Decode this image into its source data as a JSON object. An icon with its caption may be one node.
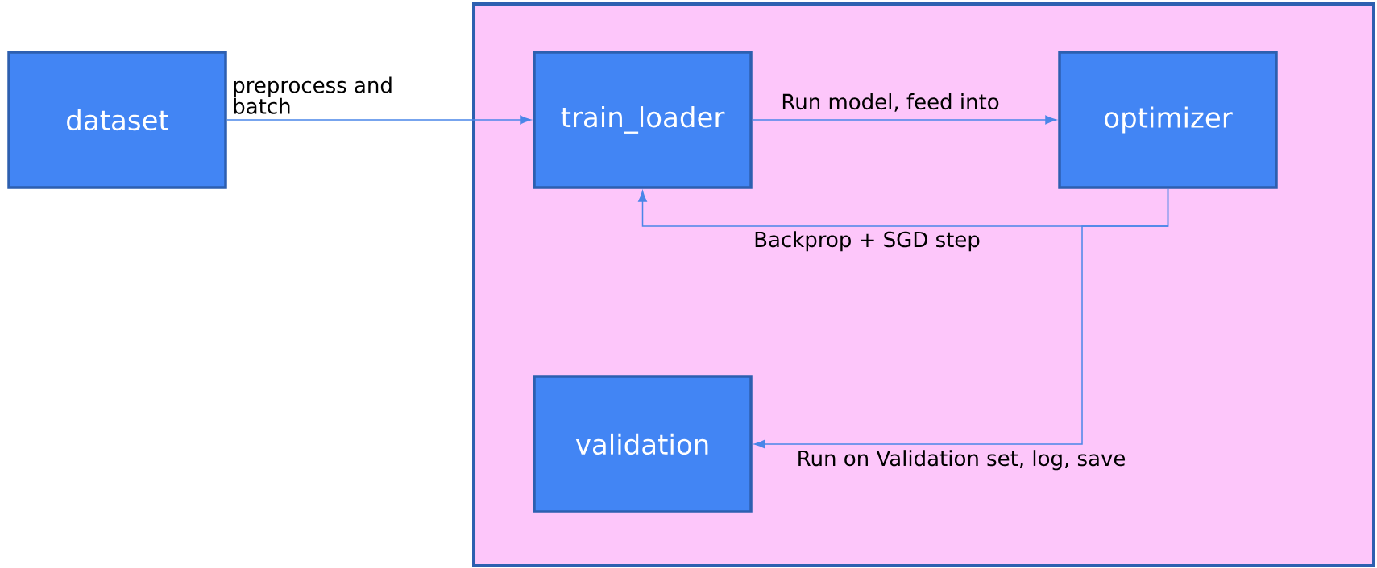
{
  "diagram": {
    "nodes": [
      {
        "text": [
          "dataset"
        ]
      },
      {
        "text": [],
        "shape": "box"
      },
      {
        "text": [
          "train_loader"
        ],
        "in": 1
      },
      {
        "text": [
          "optimizer"
        ],
        "in": 1
      },
      {
        "text": [
          "validation"
        ],
        "in": 1
      }
    ],
    "edges": [
      {
        "from": 0,
        "to": 2,
        "arrow": "to",
        "label": "preprocess and batch"
      },
      {
        "from": 2,
        "to": 3,
        "arrow": "to",
        "label": "Run model, feed into"
      },
      {
        "from": 3,
        "to": 2,
        "arrow": "to",
        "label": "Backprop + SGD step"
      },
      {
        "from": 3,
        "to": 4,
        "arrow": "to",
        "label": "Run on Validation set, log, save"
      }
    ]
  }
}
